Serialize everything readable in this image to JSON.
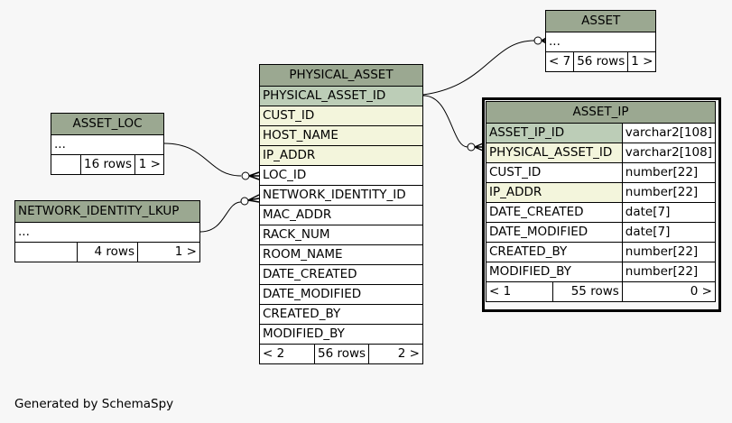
{
  "tables": {
    "asset": {
      "name": "ASSET",
      "placeholder": "...",
      "footer": {
        "parents": "< 7",
        "rows": "56 rows",
        "children": "1 >"
      }
    },
    "asset_ip": {
      "name": "ASSET_IP",
      "columns": [
        {
          "name": "ASSET_IP_ID",
          "type": "varchar2[108]",
          "key": "pk"
        },
        {
          "name": "PHYSICAL_ASSET_ID",
          "type": "varchar2[108]",
          "key": "fk"
        },
        {
          "name": "CUST_ID",
          "type": "number[22]",
          "key": ""
        },
        {
          "name": "IP_ADDR",
          "type": "number[22]",
          "key": "fk"
        },
        {
          "name": "DATE_CREATED",
          "type": "date[7]",
          "key": ""
        },
        {
          "name": "DATE_MODIFIED",
          "type": "date[7]",
          "key": ""
        },
        {
          "name": "CREATED_BY",
          "type": "number[22]",
          "key": ""
        },
        {
          "name": "MODIFIED_BY",
          "type": "number[22]",
          "key": ""
        }
      ],
      "footer": {
        "parents": "< 1",
        "rows": "55 rows",
        "children": "0 >"
      }
    },
    "physical_asset": {
      "name": "PHYSICAL_ASSET",
      "columns": [
        {
          "name": "PHYSICAL_ASSET_ID",
          "key": "pk"
        },
        {
          "name": "CUST_ID",
          "key": "fk"
        },
        {
          "name": "HOST_NAME",
          "key": "fk"
        },
        {
          "name": "IP_ADDR",
          "key": "fk"
        },
        {
          "name": "LOC_ID",
          "key": ""
        },
        {
          "name": "NETWORK_IDENTITY_ID",
          "key": ""
        },
        {
          "name": "MAC_ADDR",
          "key": ""
        },
        {
          "name": "RACK_NUM",
          "key": ""
        },
        {
          "name": "ROOM_NAME",
          "key": ""
        },
        {
          "name": "DATE_CREATED",
          "key": ""
        },
        {
          "name": "DATE_MODIFIED",
          "key": ""
        },
        {
          "name": "CREATED_BY",
          "key": ""
        },
        {
          "name": "MODIFIED_BY",
          "key": ""
        }
      ],
      "footer": {
        "parents": "< 2",
        "rows": "56 rows",
        "children": "2 >"
      }
    },
    "asset_loc": {
      "name": "ASSET_LOC",
      "placeholder": "...",
      "footer": {
        "parents": "",
        "rows": "16 rows",
        "children": "1 >"
      }
    },
    "network_identity_lkup": {
      "name": "NETWORK_IDENTITY_LKUP",
      "placeholder": "...",
      "footer": {
        "parents": "",
        "rows": "4 rows",
        "children": "1 >"
      }
    }
  },
  "footer_text": "Generated by SchemaSpy",
  "colors": {
    "header": "#9ba891",
    "primary_key": "#bccdb7",
    "foreign_key": "#f3f5dc",
    "background": "#f7f7f7"
  }
}
